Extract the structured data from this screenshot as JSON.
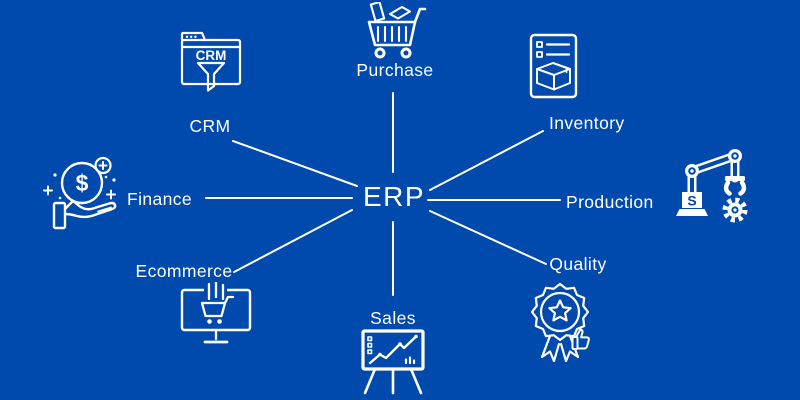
{
  "diagram": {
    "center": {
      "label": "ERP"
    },
    "colors": {
      "background": "#004aad",
      "foreground": "#ffffff"
    },
    "nodes": [
      {
        "id": "purchase",
        "label": "Purchase",
        "icon": "shopping-cart-icon"
      },
      {
        "id": "crm",
        "label": "CRM",
        "icon": "crm-browser-funnel-icon",
        "icon_text": "CRM"
      },
      {
        "id": "finance",
        "label": "Finance",
        "icon": "hand-coin-icon",
        "icon_text": "$"
      },
      {
        "id": "ecommerce",
        "label": "Ecommerce",
        "icon": "monitor-cart-icon"
      },
      {
        "id": "sales",
        "label": "Sales",
        "icon": "presentation-chart-icon"
      },
      {
        "id": "quality",
        "label": "Quality",
        "icon": "award-badge-thumbs-up-icon"
      },
      {
        "id": "production",
        "label": "Production",
        "icon": "robotic-arm-gear-icon",
        "icon_text": "S"
      },
      {
        "id": "inventory",
        "label": "Inventory",
        "icon": "clipboard-box-icon"
      }
    ]
  }
}
